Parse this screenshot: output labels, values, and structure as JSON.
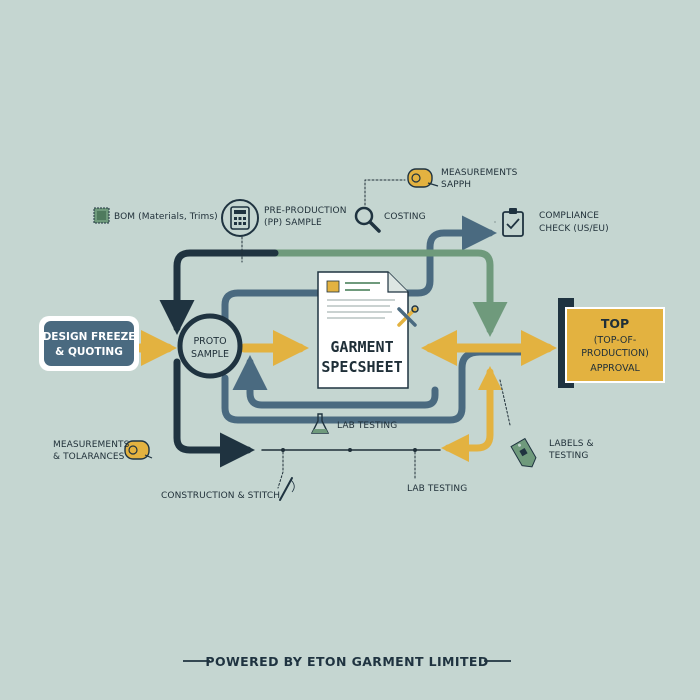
{
  "nodes": {
    "design": {
      "line1": "DESIGN FREEZE",
      "line2": "& QUOTING"
    },
    "proto": {
      "line1": "PROTO",
      "line2": "SAMPLE"
    },
    "specsheet": {
      "line1": "GARMENT",
      "line2": "SPECSHEET"
    },
    "top": {
      "line1": "TOP",
      "line2": "(TOP-OF-",
      "line3": "PRODUCTION)",
      "line4": "APPROVAL"
    }
  },
  "labels": {
    "bom": "BOM (Materials, Trims)",
    "pp_line1": "PRE-PRODUCTION",
    "pp_line2": "(PP) SAMPLE",
    "meas_sapph_line1": "MEASUREMENTS",
    "meas_sapph_line2": "SAPPH",
    "costing": "COSTING",
    "compliance_line1": "COMPLIANCE",
    "compliance_line2": "CHECK     (US/EU)",
    "meas_tol_line1": "MEASUREMENTS",
    "meas_tol_line2": "& TOLARANCES",
    "lab_testing_mid": "LAB TESTING",
    "lab_testing_low": "LAB TESTING",
    "construction": "CONSTRUCTION & STITCH",
    "labels_testing_line1": "LABELS &",
    "labels_testing_line2": "TESTING"
  },
  "footer": {
    "text": "POWERED BY ETON GARMENT LIMITED"
  },
  "colors": {
    "background": "#c5d6d1",
    "navy": "#1f3340",
    "slate_blue": "#4a6a80",
    "sage_green": "#6f9a7c",
    "mustard": "#e3b240",
    "ink": "#1f2f38"
  },
  "icons": [
    "bom-swatch-icon",
    "calculator-icon",
    "magnifier-icon",
    "tape-measure-icon",
    "clipboard-check-icon",
    "beaker-icon",
    "needle-icon",
    "tag-icon",
    "tools-icon"
  ]
}
